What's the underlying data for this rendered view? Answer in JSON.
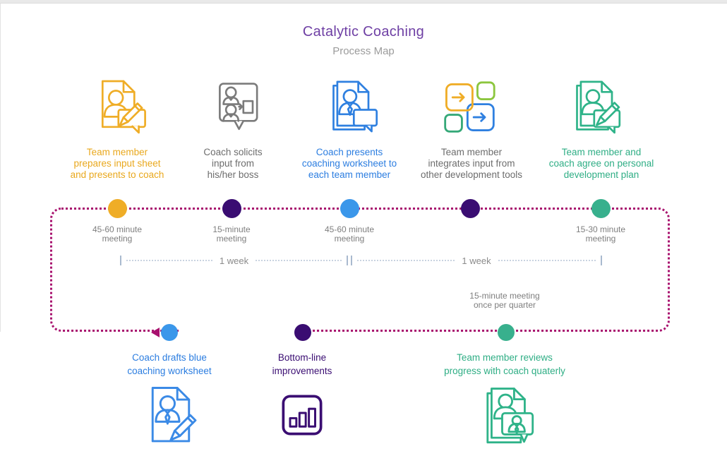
{
  "header": {
    "title": "Catalytic Coaching",
    "subtitle": "Process Map"
  },
  "stages_top": [
    {
      "id": "prepare-input",
      "label": "Team member\nprepares input sheet\nand presents to coach",
      "color": "#e9a81d",
      "icon": "person-document-pencil-bubble-icon"
    },
    {
      "id": "solicit-input",
      "label": "Coach solicits\ninput from\nhis/her boss",
      "color": "#6d6d6d",
      "icon": "two-people-speech-bubble-icon"
    },
    {
      "id": "present-worksheet",
      "label": "Coach presents\ncoaching worksheet to\neach team member",
      "color": "#2b7de0",
      "icon": "documents-person-speech-bubble-icon"
    },
    {
      "id": "integrate-input",
      "label": "Team member\nintegrates input from\nother development tools",
      "color": "#6d6d6d",
      "icon": "process-blocks-arrows-icon"
    },
    {
      "id": "agree-plan",
      "label": "Team member and\ncoach agree on personal\ndevelopment plan",
      "color": "#2fae85",
      "icon": "documents-person-pencil-icon"
    }
  ],
  "timeline": {
    "loop_color": "#a8116e",
    "top_dots": [
      {
        "color": "#efad27",
        "meeting": "45-60 minute\nmeeting"
      },
      {
        "color": "#3a0d72",
        "meeting": "15-minute\nmeeting"
      },
      {
        "color": "#3b97ea",
        "meeting": "45-60 minute\nmeeting"
      },
      {
        "color": "#3a0d72",
        "meeting": ""
      },
      {
        "color": "#38b08d",
        "meeting": "15-30 minute\nmeeting"
      }
    ],
    "intervals": [
      {
        "label": "1 week"
      },
      {
        "label": "1 week"
      }
    ]
  },
  "stages_bottom": [
    {
      "id": "draft-worksheet",
      "label": "Coach drafts blue\ncoaching worksheet",
      "color": "#2b7de0",
      "icon": "document-person-pencil-icon"
    },
    {
      "id": "bottom-line",
      "label": "Bottom-line\nimprovements",
      "color": "#3a0d72",
      "icon": "bar-chart-icon"
    },
    {
      "id": "quarterly-review",
      "label": "Team member reviews\nprogress with coach quaterly",
      "note": "15-minute meeting\nonce per quarter",
      "color": "#38b08d",
      "icon": "documents-two-people-bubble-icon"
    }
  ]
}
